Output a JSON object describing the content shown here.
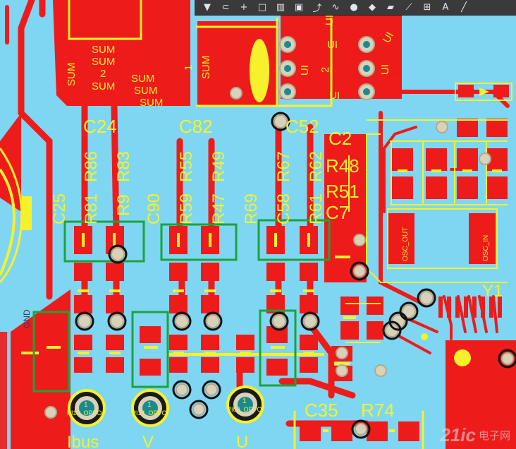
{
  "toolbar": {
    "tools": [
      {
        "name": "filter-icon",
        "glyph": "▼"
      },
      {
        "name": "route-icon",
        "glyph": "⊂"
      },
      {
        "name": "crosshair-icon",
        "glyph": "+"
      },
      {
        "name": "select-rect-icon",
        "glyph": "□"
      },
      {
        "name": "chart-icon",
        "glyph": "▥"
      },
      {
        "name": "component-icon",
        "glyph": "▣"
      },
      {
        "name": "interactive-route-icon",
        "glyph": "⤴"
      },
      {
        "name": "diff-pair-icon",
        "glyph": "∿"
      },
      {
        "name": "pin-icon",
        "glyph": "●"
      },
      {
        "name": "polygon-icon",
        "glyph": "◆"
      },
      {
        "name": "layer-icon",
        "glyph": "▰"
      },
      {
        "name": "line-icon",
        "glyph": "⟋"
      },
      {
        "name": "dimension-icon",
        "glyph": "⊞"
      },
      {
        "name": "string-icon",
        "glyph": "A"
      },
      {
        "name": "draw-line-icon",
        "glyph": "╱"
      }
    ]
  },
  "silkscreen": {
    "sum_left": [
      "SUM",
      "SUM",
      "2",
      "SUM",
      "SUM",
      "SUM",
      "SUM",
      "SUM"
    ],
    "sum_right_num": "1",
    "sum_right": "SUM",
    "ui_labels": [
      "UI",
      "UI",
      "2",
      "UI",
      "UI",
      "UI",
      "UI"
    ],
    "refdes_top": [
      "C24",
      "C82",
      "C52",
      "C2"
    ],
    "refdes_vert": [
      "R86",
      "R83",
      "R55",
      "R49",
      "R67",
      "R62",
      "C25",
      "R81",
      "R9",
      "C90",
      "R59",
      "R47",
      "R69",
      "C58",
      "R61"
    ],
    "refdes_right": [
      "R48",
      "R51",
      "C7"
    ],
    "bottom_refdes": [
      "C35",
      "R74"
    ],
    "gnd": "GND",
    "osc_out": "OSC_OUT",
    "osc_in": "OSC_IN",
    "y1": "Y1",
    "testpoints": [
      {
        "num": "1",
        "label": "PI10_OPPO"
      },
      {
        "num": "1",
        "label": "PI14_OPPO"
      },
      {
        "num": "1",
        "label": "PI00_OPPO"
      }
    ],
    "bottom_labels": [
      "Ibus",
      "V",
      "U"
    ]
  },
  "watermark": {
    "logo": "21ic",
    "text": "电子网"
  },
  "colors": {
    "board": "#7ed6f2",
    "copper": "#ee1b1b",
    "silk": "#f6f12a",
    "keepout": "#1ea23a",
    "pad_ring": "#d9d2b8",
    "drill": "#1a8a92"
  }
}
